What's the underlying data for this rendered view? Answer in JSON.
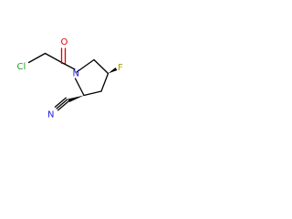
{
  "molecule": {
    "atoms": {
      "cl": "Cl",
      "o": "O",
      "n": "N",
      "f": "F",
      "cn_n": "N"
    },
    "colors": {
      "carbon_bond": "#000000",
      "chlorine": "#1fa31f",
      "oxygen": "#e00000",
      "nitrogen": "#2020e0",
      "fluorine": "#a2a200",
      "nitrile_nitrogen": "#2020e0"
    }
  }
}
